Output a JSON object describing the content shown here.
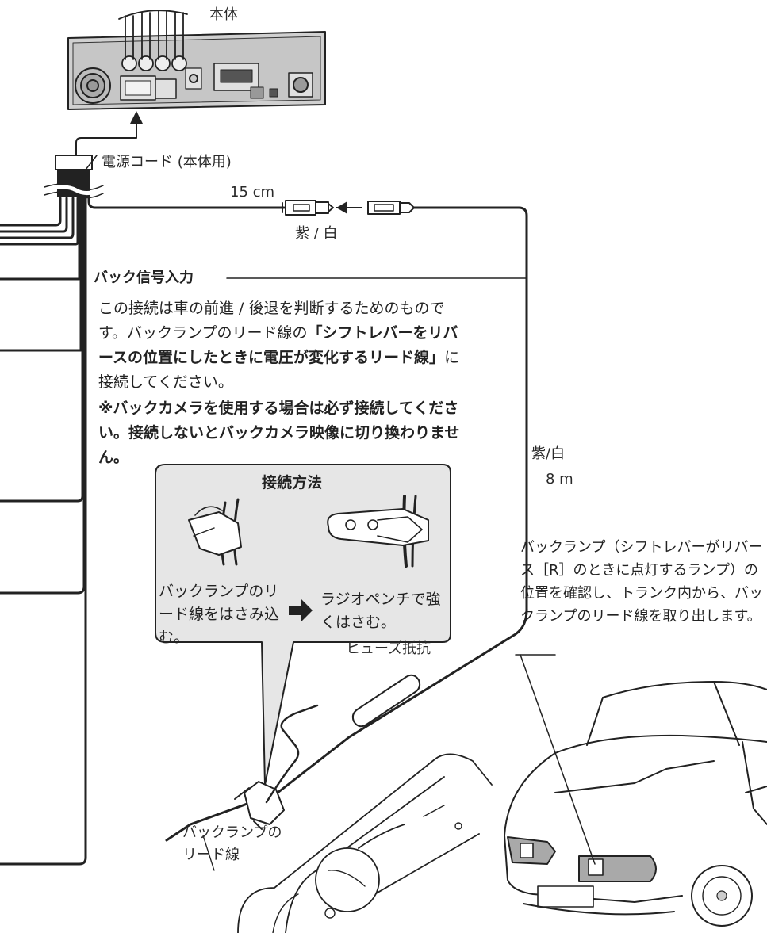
{
  "labels": {
    "head_unit": "本体",
    "power_cord": "電源コード (本体用)",
    "cm15": "15 cm",
    "wire_color_top": "紫 / 白",
    "wire_color_side": "紫/白",
    "wire_length": "8 m",
    "fuse": "ヒューズ抵抗",
    "lamp_lead_1": "バックランプの",
    "lamp_lead_2": "リード線"
  },
  "section": {
    "title": "バック信号入力",
    "body_1": "この接続は車の前進 / 後退を判断するためのものです。バックランプのリード線の",
    "body_bold": "「シフトレバーをリバースの位置にしたときに電圧が変化するリード線」",
    "body_2": "に接続してください。",
    "note": "※バックカメラを使用する場合は必ず接続してください。接続しないとバックカメラ映像に切り換わりません。"
  },
  "method_box": {
    "title": "接続方法",
    "step1": "バックランプのリード線をはさみ込む。",
    "step2": "ラジオペンチで強くはさむ。"
  },
  "car_caption": "バックランプ（シフトレバーがリバース［R］のときに点灯するランプ）の位置を確認し、トランク内から、バックランプのリード線を取り出します。",
  "colors": {
    "line": "#222222",
    "box_fill": "#e6e6e6",
    "unit_fill": "#cfcfcf",
    "lamp_fill": "#a9a9a9"
  }
}
